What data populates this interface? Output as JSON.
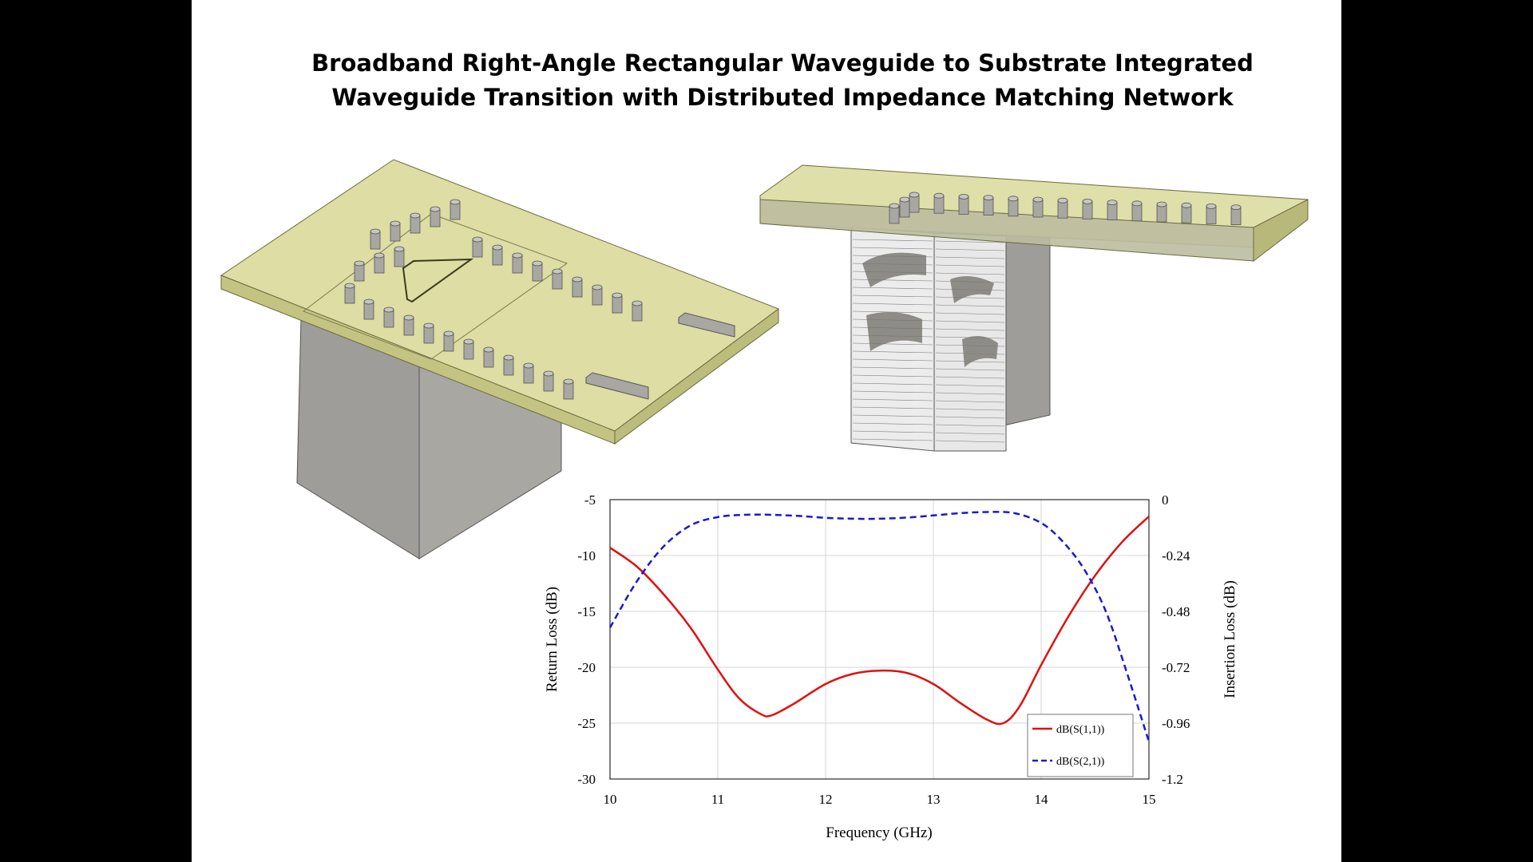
{
  "slide": {
    "title_line1": "Broadband Right-Angle Rectangular Waveguide to Substrate Integrated",
    "title_line2": "Waveguide Transition with Distributed Impedance Matching Network"
  },
  "colors": {
    "substrate": "#d9d99a",
    "metal": "#a9a7a2",
    "metal_dark": "#8e8c87",
    "s11": "#e01010",
    "s21": "#1a1acc"
  },
  "chart_data": {
    "type": "line",
    "title": "",
    "xlabel": "Frequency (GHz)",
    "ylabel": "Return Loss (dB)",
    "ylabel_right": "Insertion Loss (dB)",
    "xlim": [
      10,
      15
    ],
    "ylim": [
      -30,
      -5
    ],
    "ylim_right": [
      -1.2,
      0
    ],
    "xticks": [
      "10",
      "11",
      "12",
      "13",
      "14",
      "15"
    ],
    "yticks": [
      "-5",
      "-10",
      "-15",
      "-20",
      "-25",
      "-30"
    ],
    "yticks_right": [
      "0",
      "-0.24",
      "-0.48",
      "-0.72",
      "-0.96",
      "-1.2"
    ],
    "grid": true,
    "legend_position": "bottom-right",
    "series": [
      {
        "name": "dB(S(1,1))",
        "axis": "left",
        "color": "#e01010",
        "style": "solid",
        "x": [
          10,
          10.25,
          10.5,
          10.75,
          11,
          11.2,
          11.4,
          11.5,
          11.7,
          12,
          12.25,
          12.5,
          12.75,
          13,
          13.25,
          13.5,
          13.65,
          13.8,
          14,
          14.25,
          14.5,
          14.75,
          15
        ],
        "y": [
          -9.3,
          -11,
          -13.5,
          -16.5,
          -20.2,
          -22.8,
          -24.2,
          -24.3,
          -23.3,
          -21.5,
          -20.6,
          -20.3,
          -20.5,
          -21.5,
          -23.2,
          -24.7,
          -25,
          -23.5,
          -19.8,
          -15.5,
          -11.8,
          -8.8,
          -6.5
        ]
      },
      {
        "name": "dB(S(2,1))",
        "axis": "right",
        "color": "#1a1acc",
        "style": "dashed",
        "x": [
          10,
          10.25,
          10.5,
          10.75,
          11,
          11.25,
          11.5,
          11.75,
          12,
          12.25,
          12.5,
          12.75,
          13,
          13.25,
          13.5,
          13.75,
          14,
          14.2,
          14.4,
          14.6,
          14.8,
          15
        ],
        "y": [
          -0.55,
          -0.35,
          -0.2,
          -0.11,
          -0.075,
          -0.065,
          -0.065,
          -0.07,
          -0.078,
          -0.082,
          -0.082,
          -0.077,
          -0.068,
          -0.058,
          -0.053,
          -0.058,
          -0.1,
          -0.18,
          -0.3,
          -0.48,
          -0.75,
          -1.04
        ]
      }
    ]
  }
}
